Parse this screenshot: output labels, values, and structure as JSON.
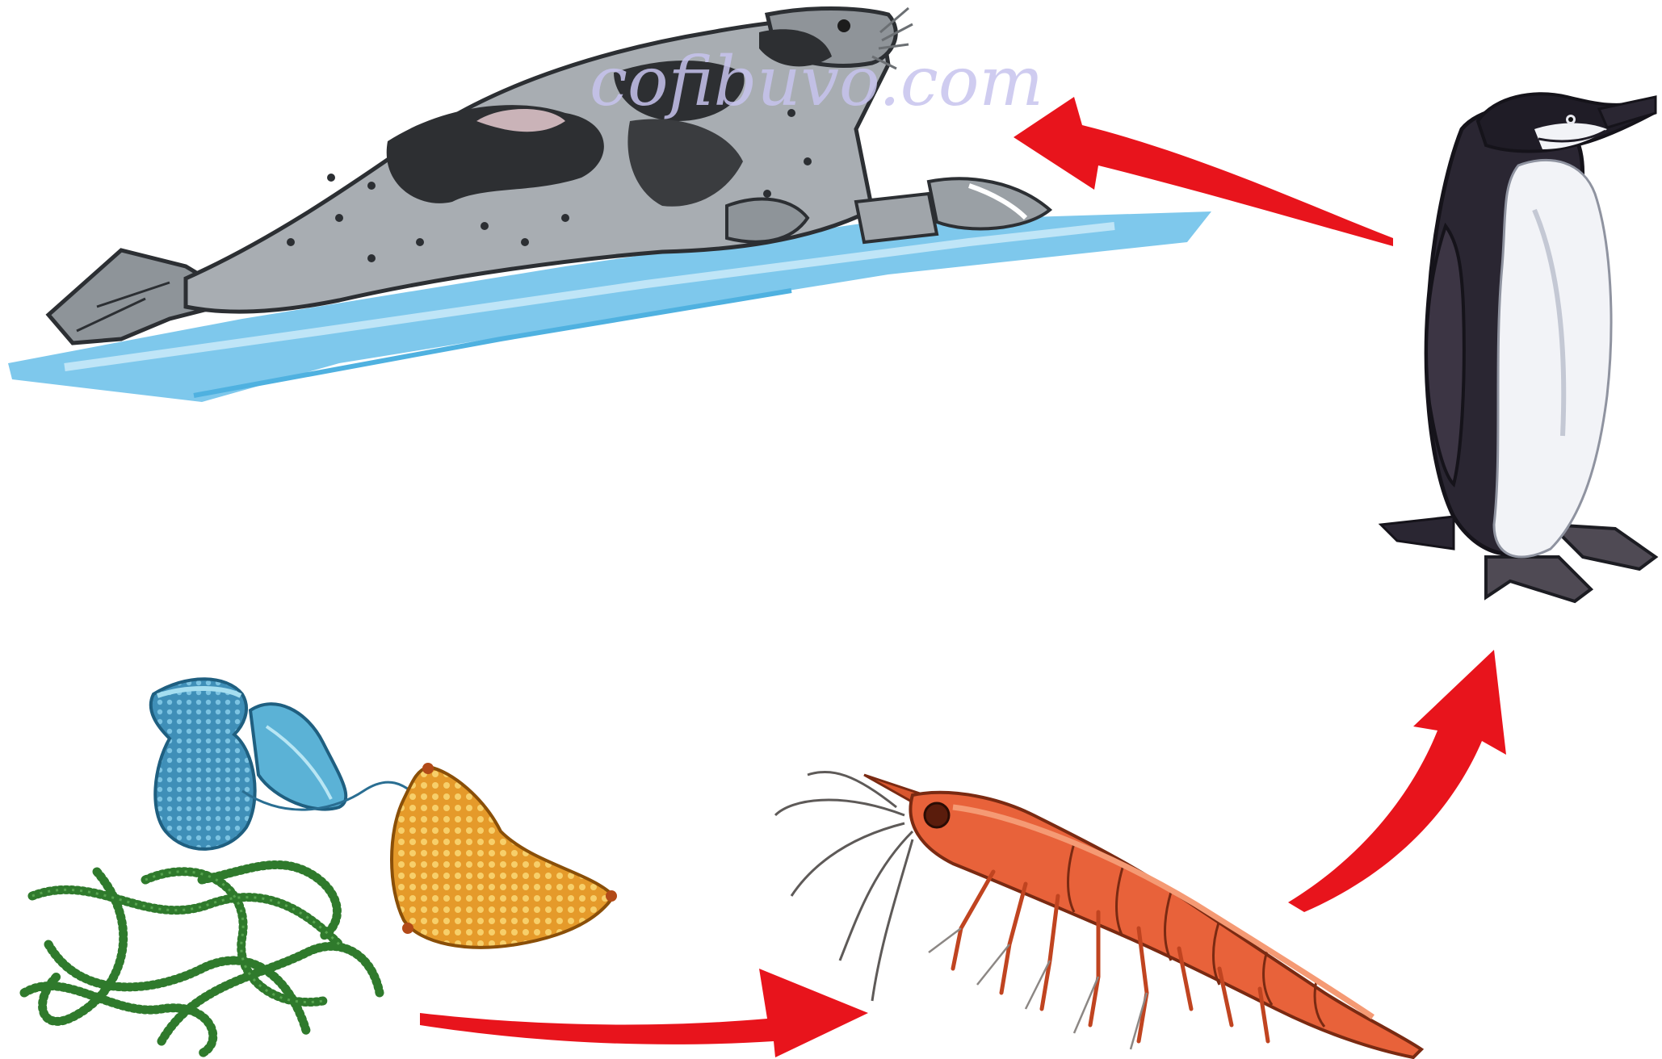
{
  "diagram": {
    "type": "food-chain",
    "organisms": [
      {
        "id": "phytoplankton",
        "icon": "phytoplankton-icon"
      },
      {
        "id": "krill",
        "icon": "krill-icon"
      },
      {
        "id": "penguin",
        "icon": "penguin-icon"
      },
      {
        "id": "seal",
        "icon": "seal-icon"
      }
    ],
    "arrows": [
      {
        "from": "phytoplankton",
        "to": "krill"
      },
      {
        "from": "krill",
        "to": "penguin"
      },
      {
        "from": "penguin",
        "to": "seal"
      }
    ],
    "watermark": "cofibuvo.com",
    "colors": {
      "arrow": "#e8141c",
      "ice": "#7ec8ec",
      "seal_body": "#a8adb2",
      "krill": "#e8623a",
      "algae": "#2f7a2c",
      "diatom_gold": "#e59a2a",
      "dinoflagellate_blue": "#4a9cc4"
    }
  }
}
